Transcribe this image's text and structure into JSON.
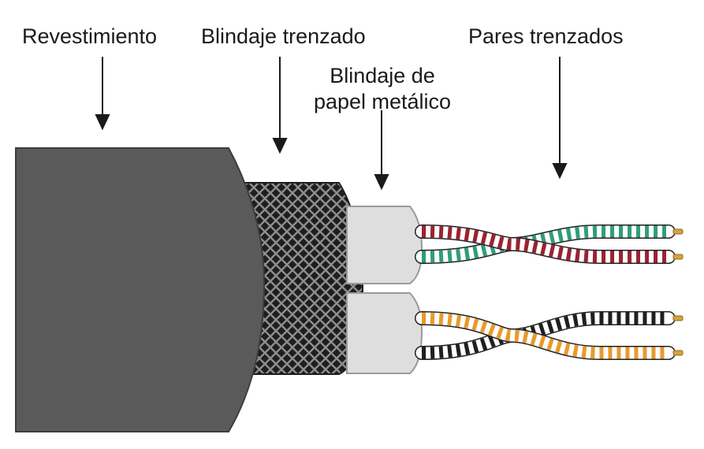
{
  "labels": {
    "jacket": "Revestimiento",
    "braided_shield": "Blindaje trenzado",
    "foil_shield_line1": "Blindaje de",
    "foil_shield_line2": "papel metálico",
    "twisted_pairs": "Pares trenzados"
  },
  "colors": {
    "background": "#ffffff",
    "jacket": "#5a5a5a",
    "braid_base": "#1e1e1e",
    "braid_mesh": "#8e8e8e",
    "foil": "#dedede",
    "foil_edge": "#9a9a9a",
    "wire_outline": "#222222",
    "pair1_a": "#9b2230",
    "pair1_b": "#2f9e78",
    "pair2_a": "#e89a2c",
    "pair2_b": "#1f1f1f",
    "copper": "#d8a23c"
  },
  "wire_pairs": [
    {
      "name": "pair-1",
      "wires": [
        "pair1_a",
        "pair1_b"
      ]
    },
    {
      "name": "pair-2",
      "wires": [
        "pair2_a",
        "pair2_b"
      ]
    }
  ]
}
